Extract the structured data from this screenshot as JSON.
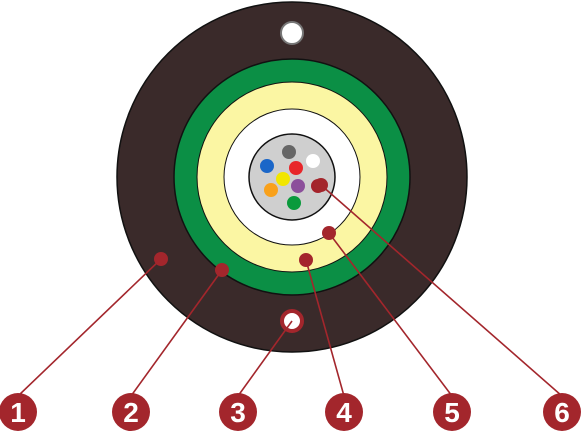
{
  "diagram": {
    "callouts": [
      {
        "number": "1",
        "part": "outer-jacket"
      },
      {
        "number": "2",
        "part": "strength-member-layer"
      },
      {
        "number": "3",
        "part": "ripcord"
      },
      {
        "number": "4",
        "part": "inner-jacket"
      },
      {
        "number": "5",
        "part": "water-blocking-layer"
      },
      {
        "number": "6",
        "part": "fiber-bundle"
      }
    ],
    "fiber_colors": [
      "#1a66c8",
      "#666666",
      "#ffffff",
      "#e8262a",
      "#f2e600",
      "#f9a11b",
      "#8c4f9b",
      "#0a9a3c",
      "#a5222b"
    ],
    "colors": {
      "outer_jacket": "#3a2a2a",
      "green_ring": "#0b8f45",
      "yellow_ring": "#fbf6a3",
      "white_ring": "#ffffff",
      "core": "#cfcfcf",
      "callout": "#a3262c"
    }
  }
}
